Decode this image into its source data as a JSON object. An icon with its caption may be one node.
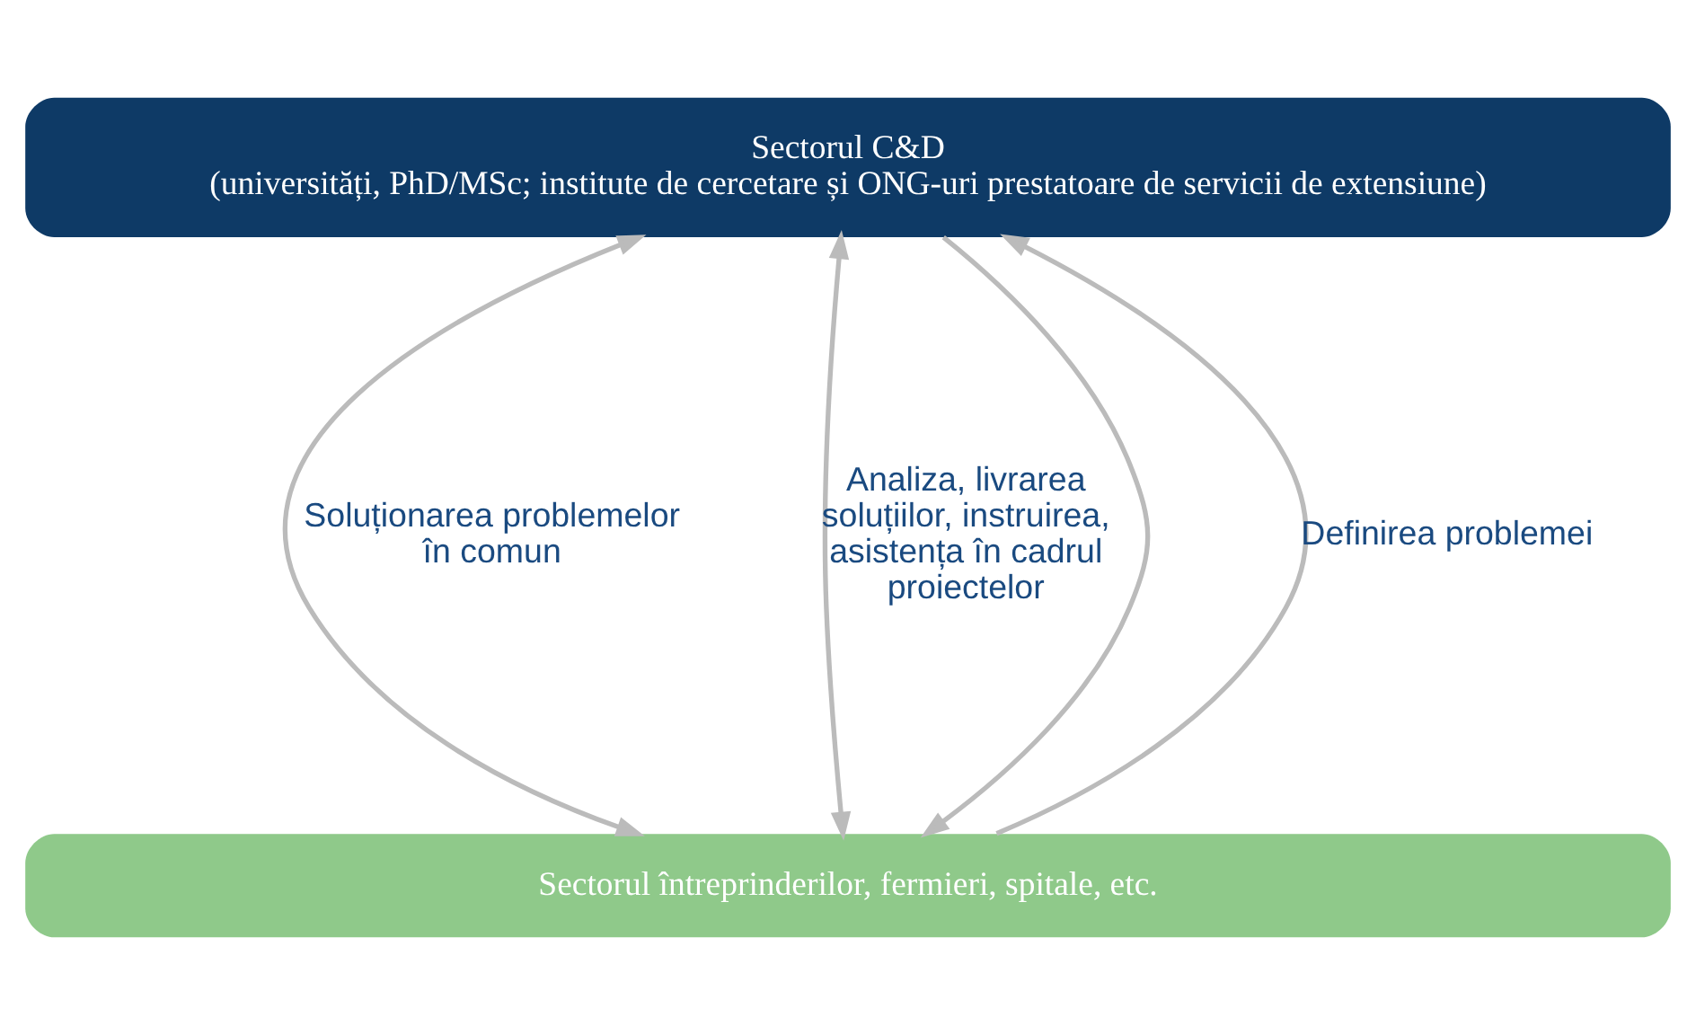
{
  "diagram": {
    "nodes": [
      {
        "text": [
          "Sectorul C&D",
          "(universități, PhD/MSc; institute de cercetare și ONG-uri prestatoare de servicii de extensiune)"
        ]
      },
      {
        "text": [
          "Sectorul întreprinderilor, fermieri, spitale, etc."
        ]
      }
    ],
    "edges": [
      {
        "from": 1,
        "to": 0,
        "arrow": "to",
        "label": "Definirea problemei"
      },
      {
        "from": 0,
        "to": 1,
        "arrow": "both",
        "label": "Soluționarea problemelor în comun"
      },
      {
        "from": 0,
        "to": 1,
        "arrow": "both",
        "label": "Analiza, livrarea soluțiilor, instruirea, asistența în cadrul proiectelor"
      },
      {
        "from": 0,
        "to": 1,
        "arrow": "to"
      }
    ]
  }
}
